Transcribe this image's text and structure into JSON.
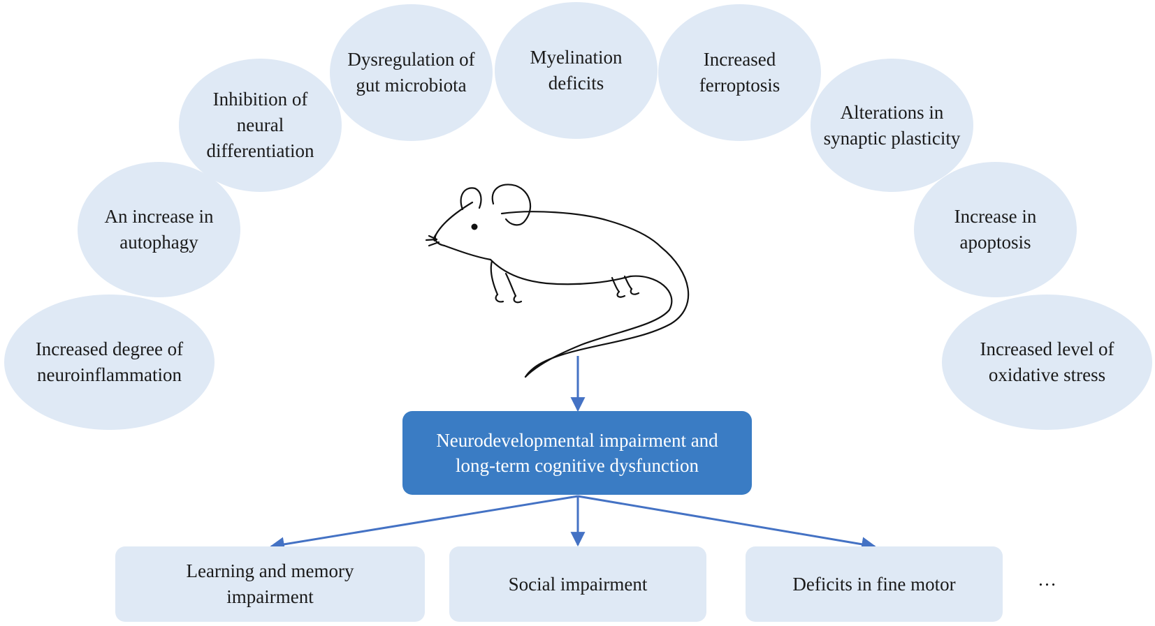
{
  "mechanisms": {
    "neuroinflammation": "Increased degree of\nneuroinflammation",
    "autophagy": "An increase in\nautophagy",
    "neural_differentiation": "Inhibition of\nneural\ndifferentiation",
    "gut_microbiota": "Dysregulation of\ngut microbiota",
    "myelination": "Myelination\ndeficits",
    "ferroptosis": "Increased\nferroptosis",
    "synaptic_plasticity": "Alterations in\nsynaptic plasticity",
    "apoptosis": "Increase in\napoptosis",
    "oxidative_stress": "Increased level of\noxidative stress"
  },
  "central_outcome": "Neurodevelopmental impairment and\nlong-term cognitive dysfunction",
  "outcomes": {
    "learning_memory": "Learning and memory\nimpairment",
    "social": "Social impairment",
    "fine_motor": "Deficits in fine motor",
    "more": "…"
  },
  "colors": {
    "bubble_fill": "#dfe9f5",
    "center_box_fill": "#3a7cc4",
    "arrow": "#4472c4"
  },
  "icons": {
    "central_image": "mouse-icon"
  }
}
